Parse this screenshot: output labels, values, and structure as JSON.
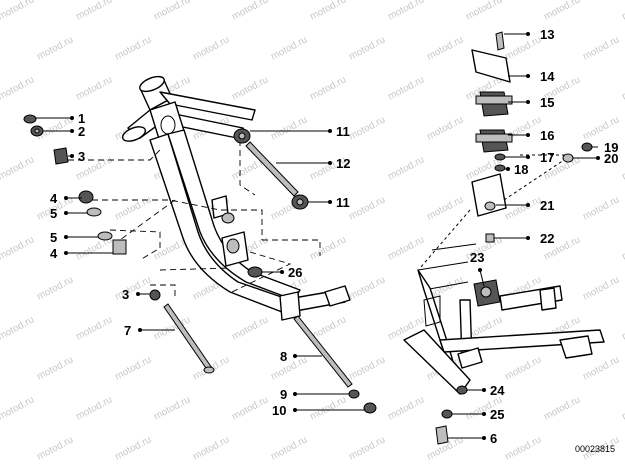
{
  "diagram": {
    "doc_number": "00023815",
    "watermark": "motod.ru",
    "callouts": {
      "c1": "1",
      "c2": "2",
      "c3a": "3",
      "c4a": "4",
      "c5a": "5",
      "c5b": "5",
      "c4b": "4",
      "c3b": "3",
      "c7": "7",
      "c11a": "11",
      "c12": "12",
      "c11b": "11",
      "c26": "26",
      "c8": "8",
      "c9": "9",
      "c10": "10",
      "c13": "13",
      "c14": "14",
      "c15": "15",
      "c16": "16",
      "c17": "17",
      "c18": "18",
      "c19": "19",
      "c20": "20",
      "c21": "21",
      "c22": "22",
      "c23": "23",
      "c24": "24",
      "c25": "25",
      "c6": "6"
    }
  }
}
